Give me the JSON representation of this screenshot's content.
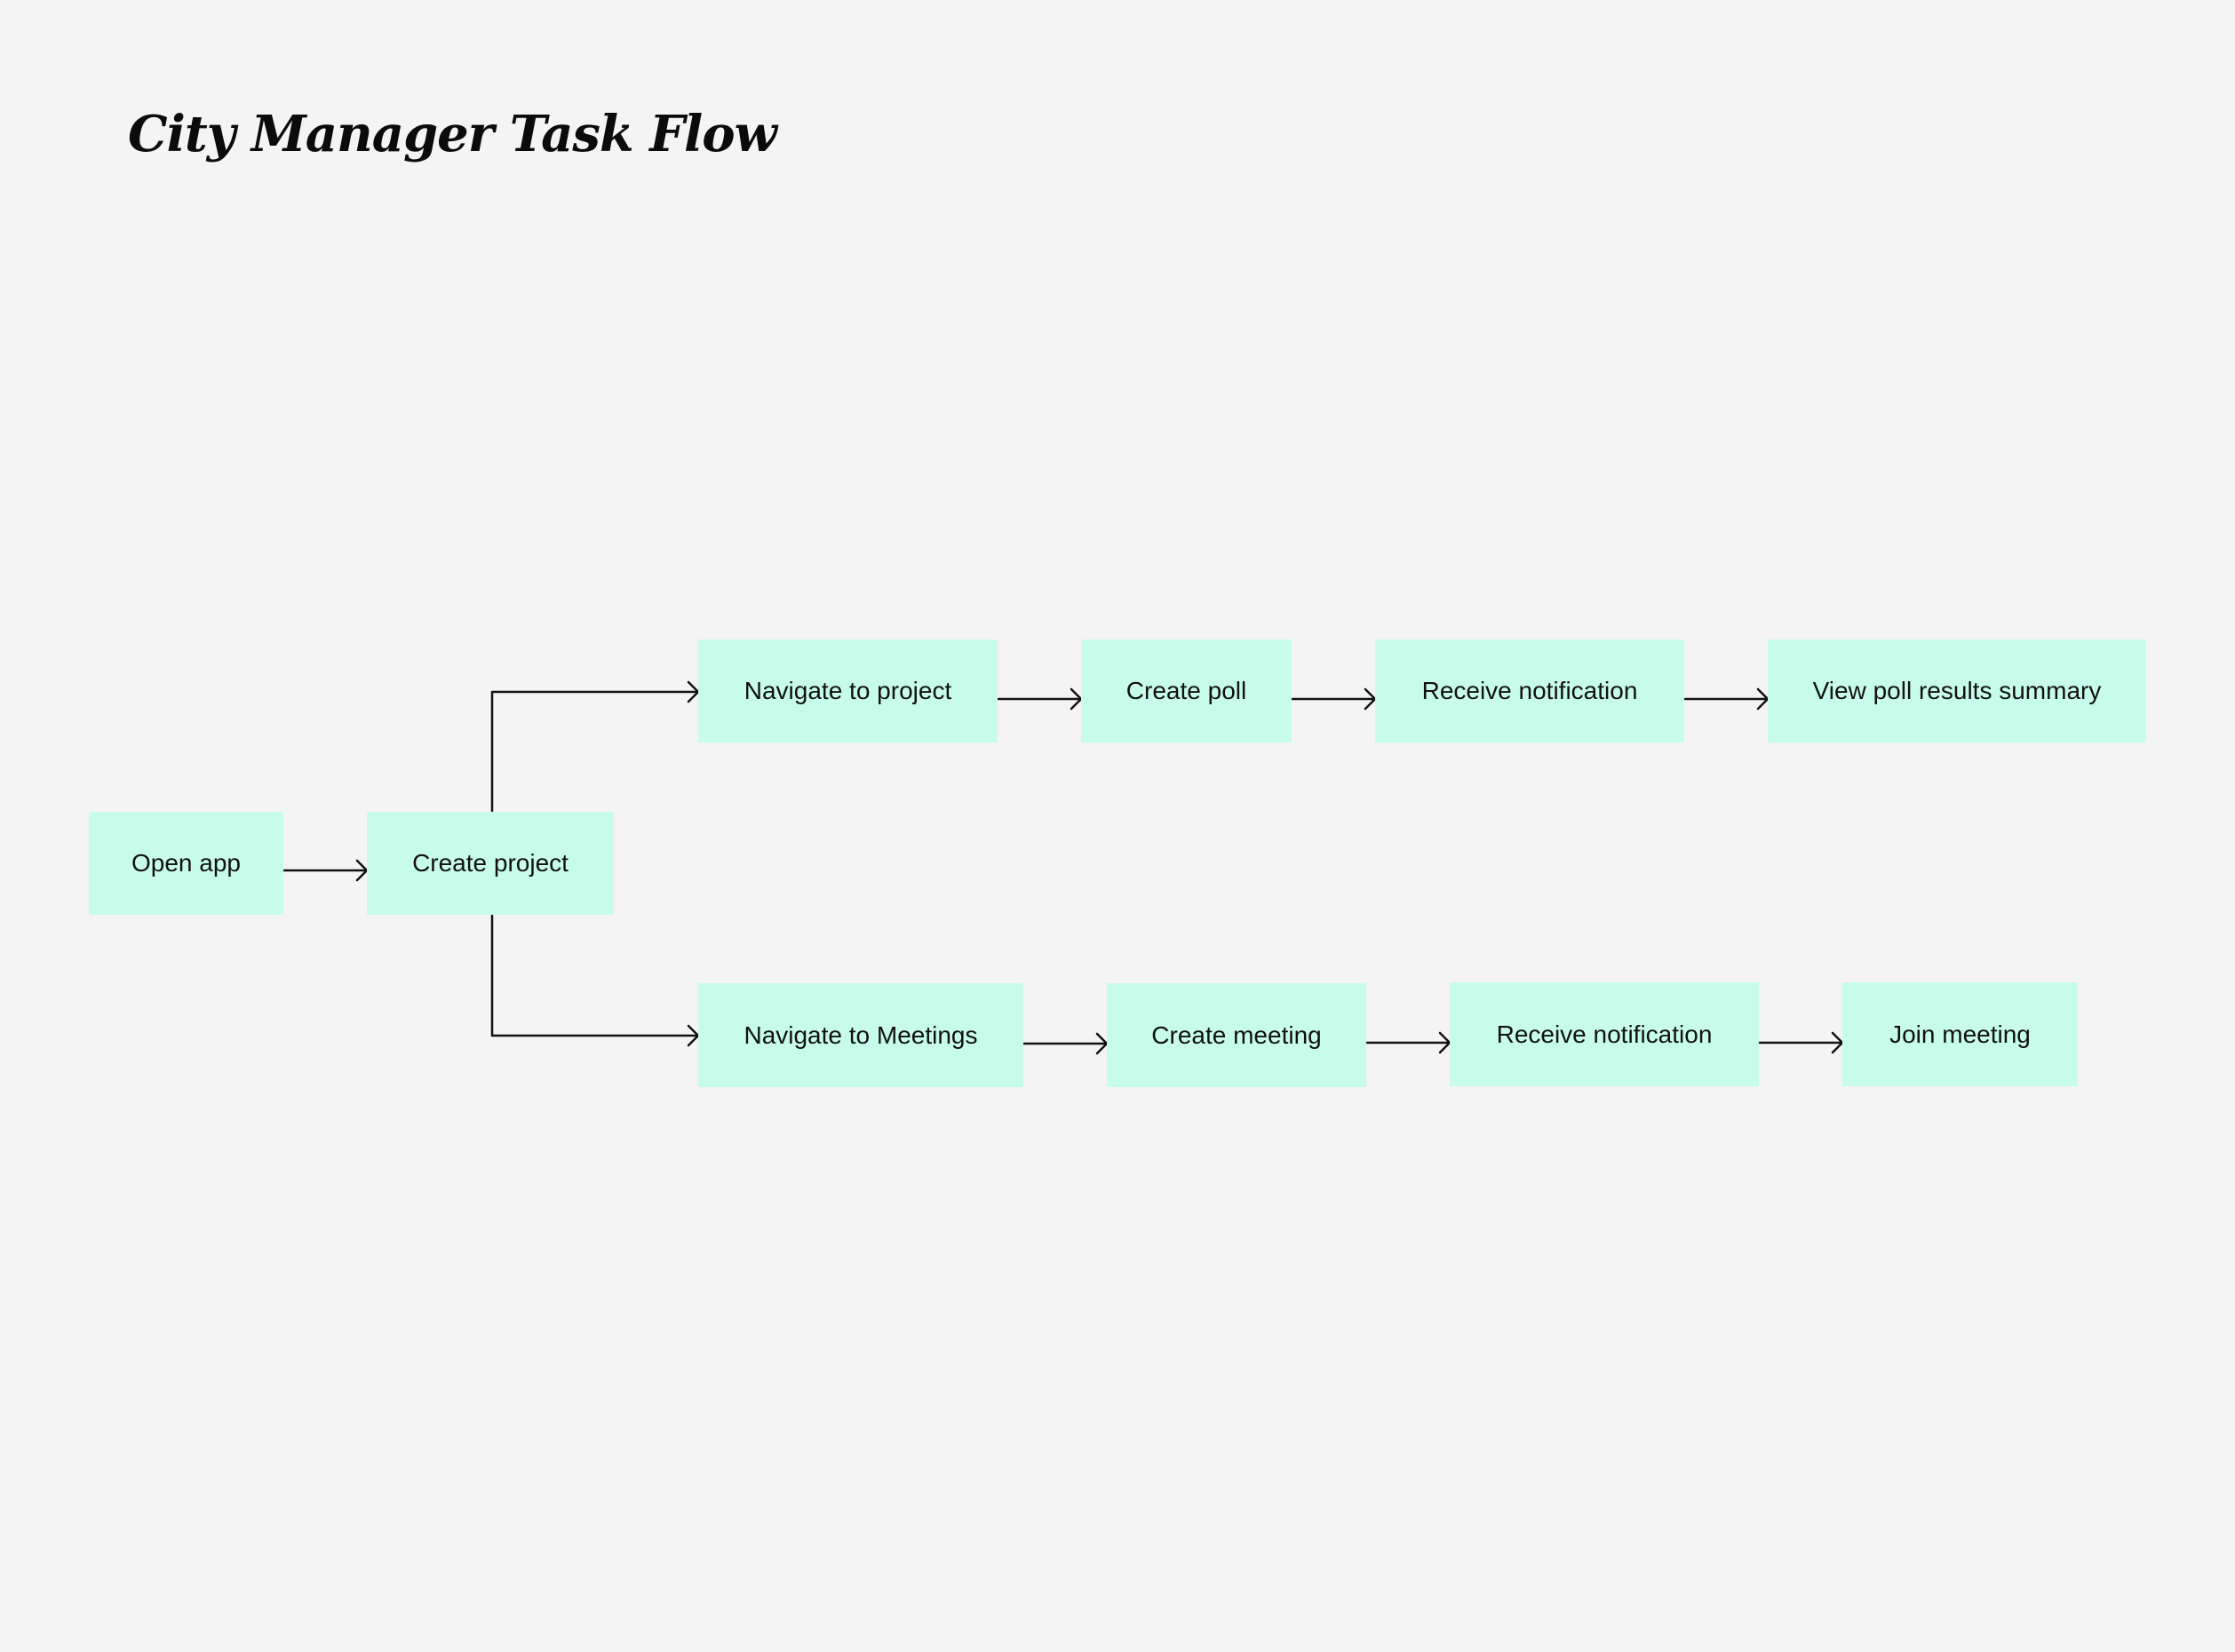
{
  "title": "City Manager Task Flow",
  "colors": {
    "background": "#f4f4f4",
    "node_fill": "#c8fcea",
    "line": "#111111",
    "text": "#111111"
  },
  "nodes": {
    "open_app": "Open app",
    "create_project": "Create project",
    "poll_branch": {
      "navigate": "Navigate to project",
      "create": "Create poll",
      "notification": "Receive notification",
      "result": "View poll results summary"
    },
    "meeting_branch": {
      "navigate": "Navigate to Meetings",
      "create": "Create meeting",
      "notification": "Receive notification",
      "result": "Join meeting"
    }
  }
}
